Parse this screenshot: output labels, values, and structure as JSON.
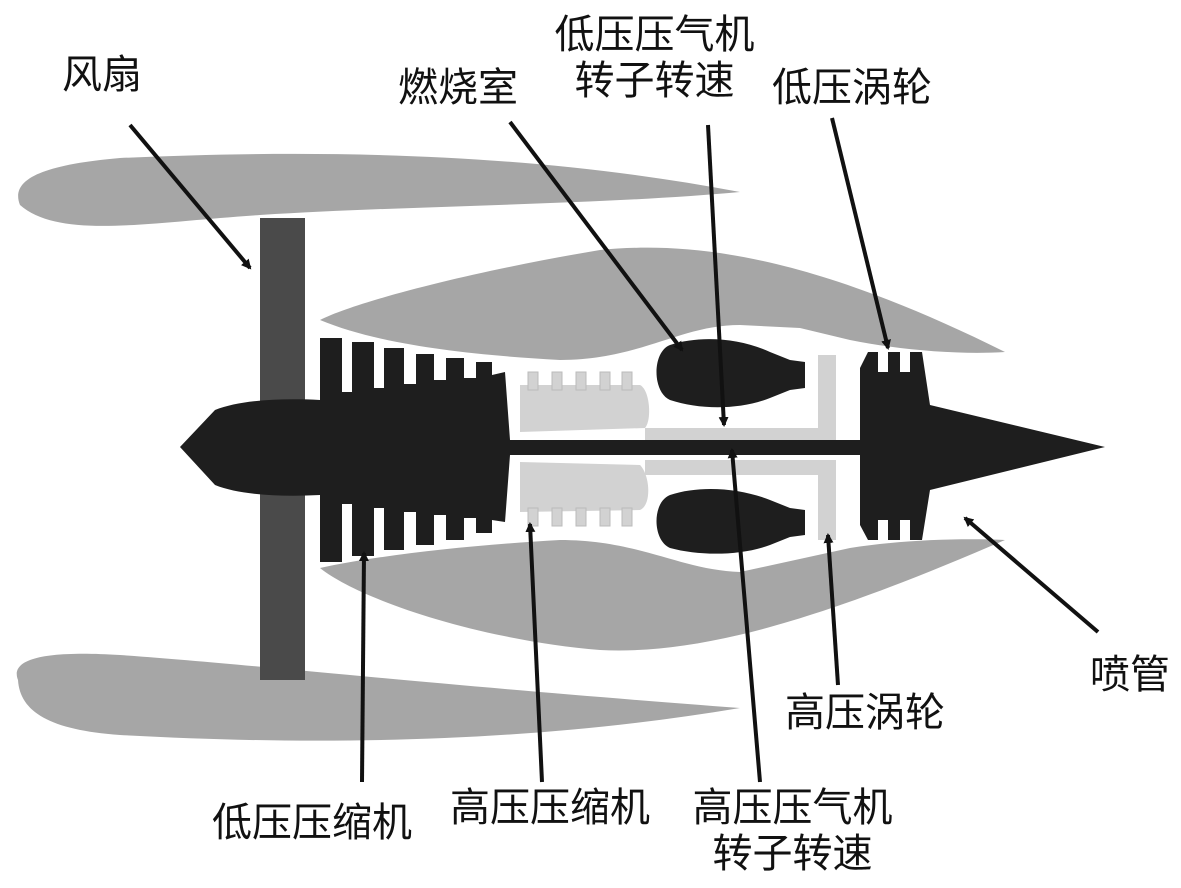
{
  "labels": {
    "fan": "风扇",
    "combustor": "燃烧室",
    "lp_spool_speed": {
      "line1": "低压压气机",
      "line2": "转子转速"
    },
    "lp_turbine": "低压涡轮",
    "nozzle": "喷管",
    "hp_turbine": "高压涡轮",
    "lp_compressor": "低压压缩机",
    "hp_compressor": "高压压缩机",
    "hp_spool_speed": {
      "line1": "高压压气机",
      "line2": "转子转速"
    }
  },
  "colors": {
    "nacelle": "#a6a6a6",
    "fan_blade": "#4a4a4a",
    "rotor": "#1e1e1e",
    "hp_compressor": "#d2d2d2",
    "arrow": "#111111"
  }
}
